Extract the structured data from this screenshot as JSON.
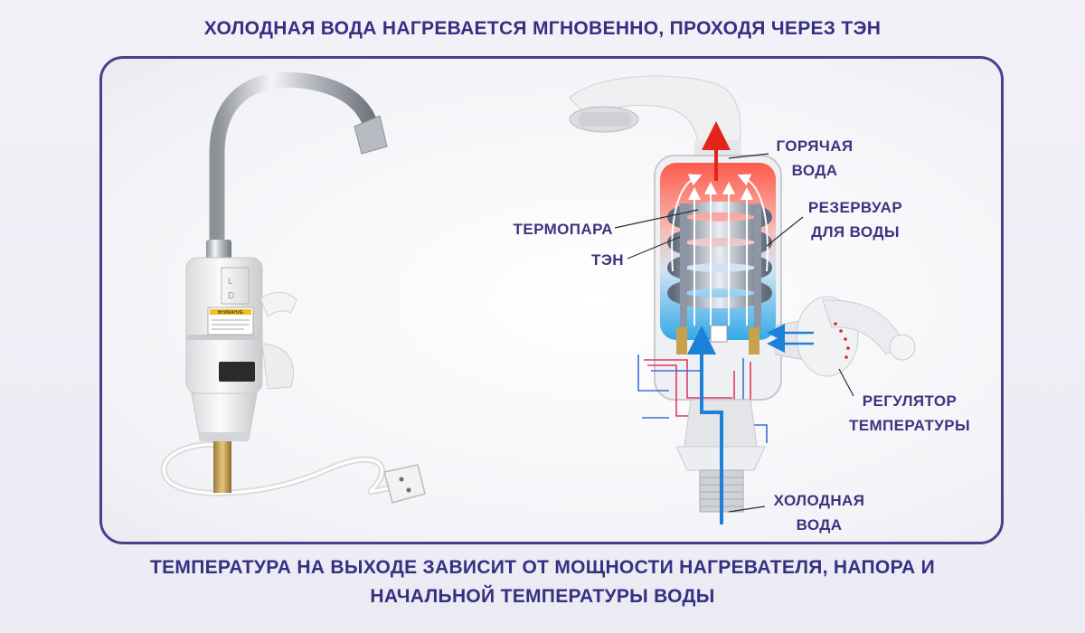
{
  "header": {
    "title": "ХОЛОДНАЯ ВОДА НАГРЕВАЕТСЯ МГНОВЕННО, ПРОХОДЯ ЧЕРЕЗ ТЭН"
  },
  "footer": {
    "line1": "ТЕМПЕРАТУРА НА ВЫХОДЕ ЗАВИСИТ ОТ МОЩНОСТИ НАГРЕВАТЕЛЯ, НАПОРА И",
    "line2": "НАЧАЛЬНОЙ ТЕМПЕРАТУРЫ ВОДЫ"
  },
  "product": {
    "brand_mark_1": "L",
    "brand_mark_2": "D",
    "warning_label": "ВНИМАНИЕ"
  },
  "labels": {
    "hot_water": [
      "ГОРЯЧАЯ",
      "ВОДА"
    ],
    "tank": [
      "РЕЗЕРВУАР",
      "ДЛЯ ВОДЫ"
    ],
    "thermocouple": "ТЕРМОПАРА",
    "heater": "ТЭН",
    "regulator": [
      "РЕГУЛЯТОР",
      "ТЕМПЕРАТУРЫ"
    ],
    "cold_water": [
      "ХОЛОДНАЯ",
      "ВОДА"
    ]
  },
  "colors": {
    "text": "#343082",
    "frame": "#4b3f8c",
    "hot": "#ff5a4a",
    "cold": "#2aa4e8"
  }
}
